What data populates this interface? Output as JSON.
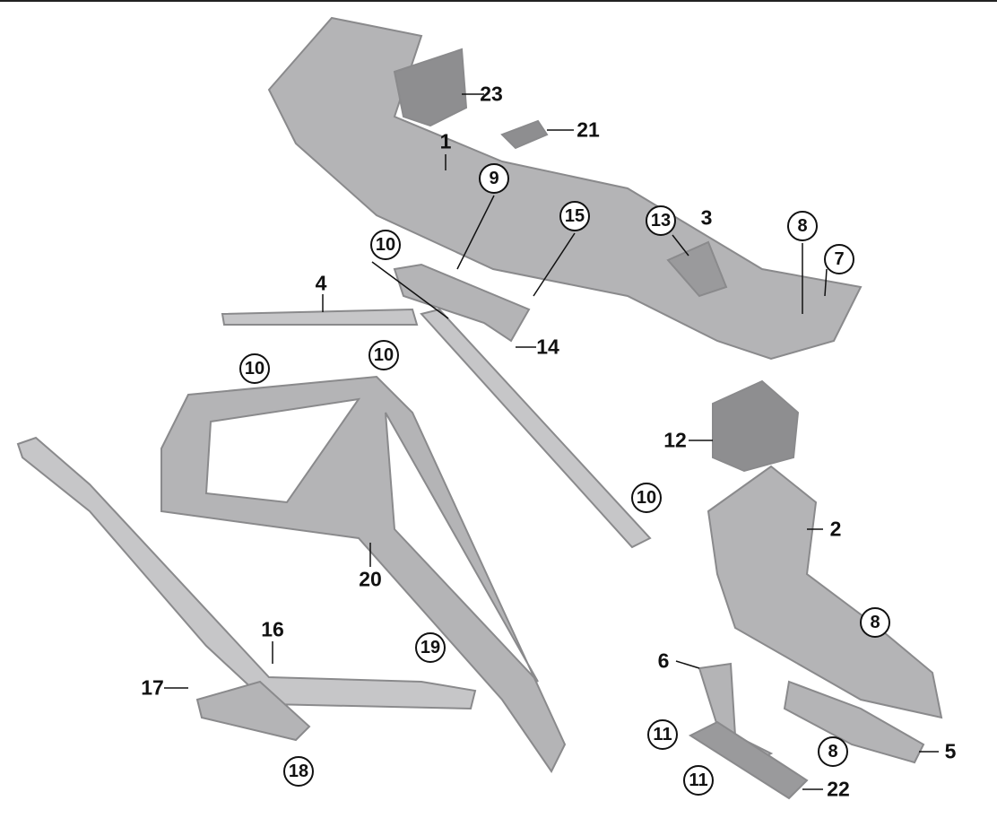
{
  "labels": [
    {
      "text": "23",
      "circled": false
    },
    {
      "text": "21",
      "circled": false
    },
    {
      "text": "1",
      "circled": false
    },
    {
      "text": "9",
      "circled": true
    },
    {
      "text": "15",
      "circled": true
    },
    {
      "text": "13",
      "circled": true
    },
    {
      "text": "3",
      "circled": false
    },
    {
      "text": "8",
      "circled": true
    },
    {
      "text": "7",
      "circled": true
    },
    {
      "text": "10",
      "circled": true
    },
    {
      "text": "4",
      "circled": false
    },
    {
      "text": "14",
      "circled": false
    },
    {
      "text": "10",
      "circled": true
    },
    {
      "text": "10",
      "circled": true
    },
    {
      "text": "12",
      "circled": false
    },
    {
      "text": "10",
      "circled": true
    },
    {
      "text": "2",
      "circled": false
    },
    {
      "text": "20",
      "circled": false
    },
    {
      "text": "16",
      "circled": false
    },
    {
      "text": "19",
      "circled": true
    },
    {
      "text": "8",
      "circled": true
    },
    {
      "text": "6",
      "circled": false
    },
    {
      "text": "17",
      "circled": false
    },
    {
      "text": "11",
      "circled": true
    },
    {
      "text": "8",
      "circled": true
    },
    {
      "text": "5",
      "circled": false
    },
    {
      "text": "18",
      "circled": true
    },
    {
      "text": "11",
      "circled": true
    },
    {
      "text": "22",
      "circled": false
    }
  ],
  "colors": {
    "part": "#a9a9ab",
    "part_dark": "#8a8a8c",
    "part_light": "#cfcfd1",
    "ink": "#111111"
  }
}
